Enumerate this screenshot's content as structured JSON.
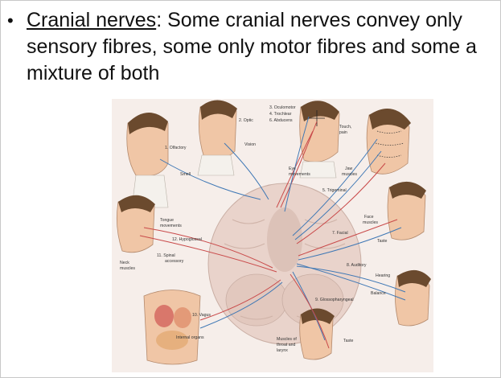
{
  "slide": {
    "term": "Cranial nerves",
    "rest": ": Some cranial nerves convey only sensory fibres, some only motor fibres and some a mixture of both"
  },
  "figure": {
    "labels": {
      "olfactory": "1. Olfactory",
      "smell": "Smell",
      "optic": "2. Optic",
      "vision": "Vision",
      "oculomotor": "3. Oculomotor",
      "trochlear": "4. Trochlear",
      "abducens": "6. Abducens",
      "eye_movements_1": "Eye",
      "eye_movements_2": "movements",
      "touch_pain_1": "Touch,",
      "touch_pain_2": "pain",
      "jaw_muscles_1": "Jaw",
      "jaw_muscles_2": "muscles",
      "trigeminal": "5. Trigeminal",
      "tongue_movements_1": "Tongue",
      "tongue_movements_2": "movements",
      "hypoglossal": "12. Hypoglossal",
      "spinal_accessory_1": "11. Spinal",
      "spinal_accessory_2": "accessory",
      "neck_muscles_1": "Neck",
      "neck_muscles_2": "muscles",
      "face_muscles_1": "Face",
      "face_muscles_2": "muscles",
      "facial": "7. Facial",
      "taste_right": "Taste",
      "auditory": "8. Auditory",
      "hearing": "Hearing",
      "balance": "Balance",
      "glossopharyngeal": "9. Glossopharyngeal",
      "vagus": "10. Vagus",
      "internal_organs": "Internal organs",
      "throat_muscles_1": "Muscles of",
      "throat_muscles_2": "throat and",
      "throat_muscles_3": "larynx",
      "taste_bottom": "Taste"
    }
  },
  "colors": {
    "sensory": "#3f78b5",
    "motor": "#c94a4a",
    "skin": "#f0c6a6",
    "hair": "#6b4a2e",
    "brain": "#e9d3cb"
  }
}
